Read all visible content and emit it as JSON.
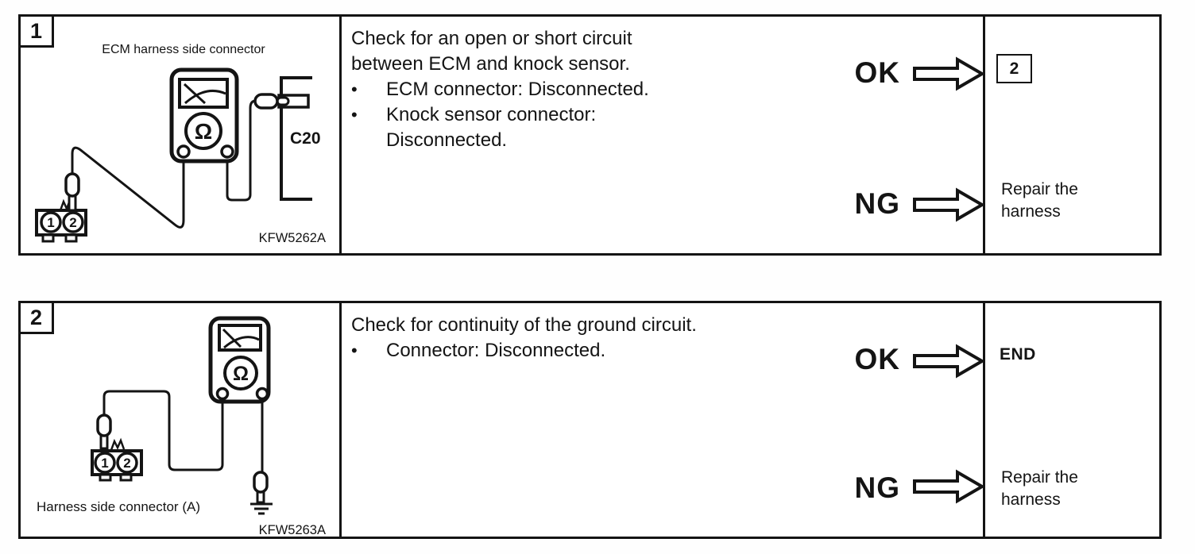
{
  "colors": {
    "ink": "#141414",
    "paper": "#ffffff"
  },
  "ui": {
    "bullet_char": "•"
  },
  "steps": [
    {
      "number": "1",
      "diagram": {
        "title": "ECM harness side connector",
        "pin_labels": [
          "1",
          "2"
        ],
        "meter_symbol": "Ω",
        "terminal_label": "C20",
        "figure_code": "KFW5262A"
      },
      "description": {
        "lines": [
          "Check for an open or short circuit",
          "between ECM and knock sensor."
        ],
        "bullets": [
          {
            "lines": [
              "ECM connector: Disconnected."
            ]
          },
          {
            "lines": [
              "Knock sensor connector:",
              "Disconnected."
            ]
          }
        ]
      },
      "verdicts": [
        {
          "label": "OK",
          "result": {
            "kind": "step_ref",
            "text": "2"
          }
        },
        {
          "label": "NG",
          "result": {
            "kind": "text",
            "lines": [
              "Repair the",
              "harness"
            ]
          }
        }
      ]
    },
    {
      "number": "2",
      "diagram": {
        "caption": "Harness side connector (A)",
        "pin_labels": [
          "1",
          "2"
        ],
        "meter_symbol": "Ω",
        "figure_code": "KFW5263A"
      },
      "description": {
        "lines": [
          "Check for continuity of the ground circuit."
        ],
        "bullets": [
          {
            "lines": [
              "Connector: Disconnected."
            ]
          }
        ]
      },
      "verdicts": [
        {
          "label": "OK",
          "result": {
            "kind": "text_bold",
            "text": "END"
          }
        },
        {
          "label": "NG",
          "result": {
            "kind": "text",
            "lines": [
              "Repair the",
              "harness"
            ]
          }
        }
      ]
    }
  ]
}
